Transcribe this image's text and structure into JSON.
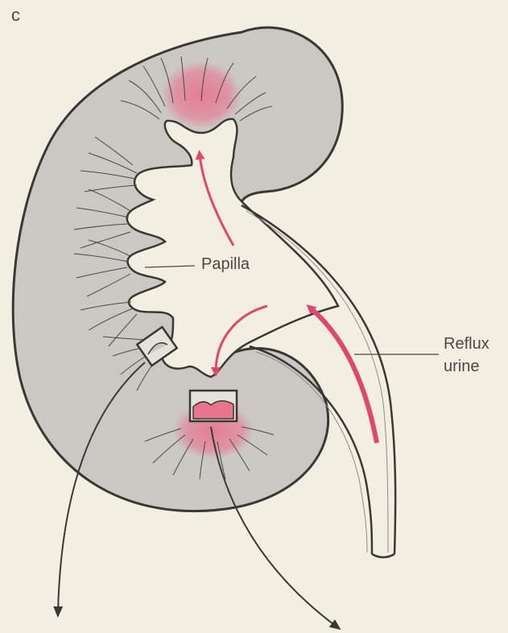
{
  "labels": {
    "panel": "c",
    "papilla": "Papilla",
    "reflux_line1": "Reflux",
    "reflux_line2": "urine"
  },
  "colors": {
    "background": "#f3eee2",
    "kidney_fill": "#cbc8c4",
    "outline": "#3a3835",
    "pink": "#e8758e",
    "pink_arrow": "#e0476d",
    "label_text": "#4a4844"
  },
  "icons": {
    "arrows": [
      "reflux-arrow",
      "papilla-arrow",
      "curved-arrow",
      "outflow-arrow"
    ]
  }
}
